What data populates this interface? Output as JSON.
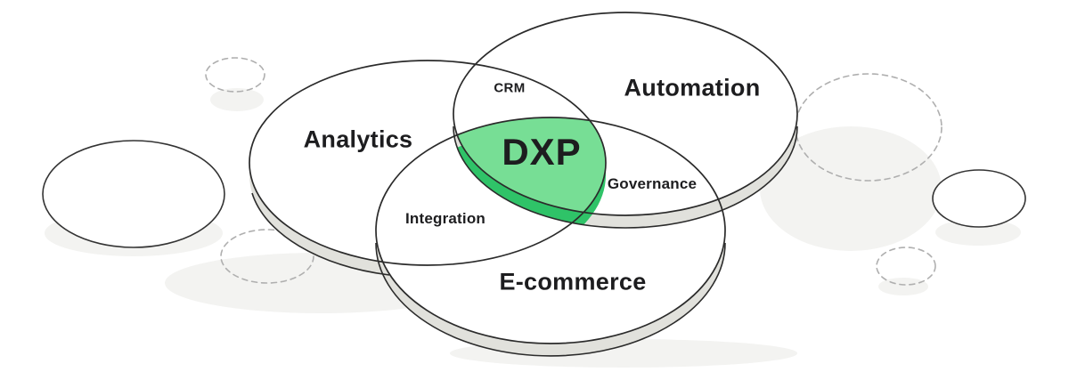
{
  "labels": {
    "analytics": "Analytics",
    "automation": "Automation",
    "ecommerce": "E-commerce",
    "crm": "CRM",
    "governance": "Governance",
    "integration": "Integration",
    "dxp": "DXP"
  },
  "colors": {
    "dxp_fill": "#77DE95",
    "dxp_side": "#2FC368",
    "disk_top": "#FFFFFF",
    "disk_side": "#E1E1DC",
    "outline": "#2B2B2B",
    "dashed_outline": "#AFAFAF",
    "shadow": "#F3F3F1",
    "background": "#FFFFFF",
    "text": "#1D1D1F"
  },
  "diagram": {
    "type": "venn",
    "sets": [
      "Analytics",
      "Automation",
      "E-commerce"
    ],
    "overlaps": [
      {
        "sets": [
          "Analytics",
          "Automation"
        ],
        "label": "CRM"
      },
      {
        "sets": [
          "Automation",
          "E-commerce"
        ],
        "label": "Governance"
      },
      {
        "sets": [
          "Analytics",
          "E-commerce"
        ],
        "label": "Integration"
      },
      {
        "sets": [
          "Analytics",
          "Automation",
          "E-commerce"
        ],
        "label": "DXP",
        "highlighted": true
      }
    ]
  }
}
